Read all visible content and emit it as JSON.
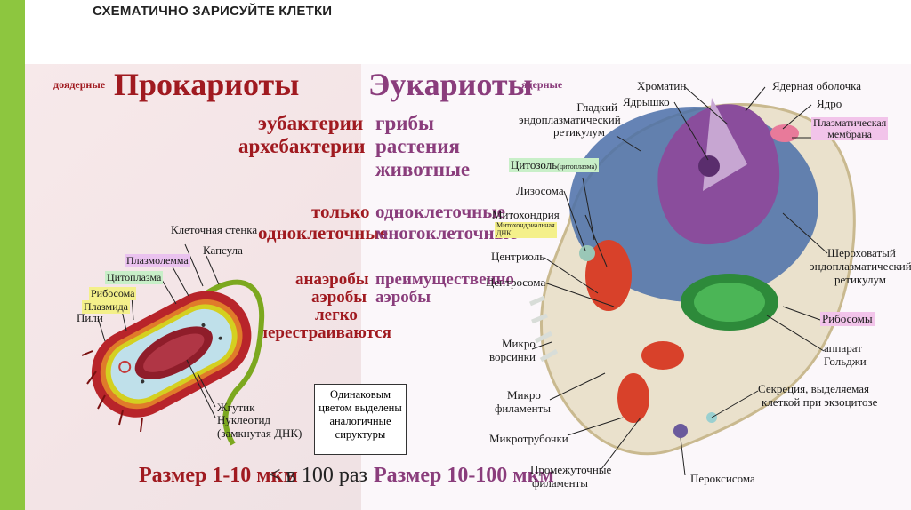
{
  "slide": {
    "title": "СХЕМАТИЧНО ЗАРИСУЙТЕ КЛЕТКИ"
  },
  "prokaryotes": {
    "prefix": "доядерные",
    "heading": "Прокариоты",
    "groups": [
      "эубактерии",
      "архебактерии"
    ],
    "unicellular": [
      "только",
      "одноклеточные"
    ],
    "metabolism": [
      "анаэробы",
      "аэробы",
      "легко",
      "перестраиваются"
    ],
    "size": "Размер 1-10 мкм",
    "labels": {
      "cell_wall": "Клеточная стенка",
      "capsule": "Капсула",
      "plasmalemma": "Плазмолемма",
      "cytoplasm": "Цитоплазма",
      "ribosome": "Рибосома",
      "plasmid": "Плазмида",
      "pili": "Пили",
      "flagellum": "Жгутик",
      "nucleotide": "Нуклеотид",
      "circular_dna": "(замкнутая ДНК)"
    }
  },
  "comparison": "< в 100 раз",
  "note": [
    "Одинаковым",
    "цветом выделены",
    "аналогичные",
    "сируктуры"
  ],
  "eukaryotes": {
    "heading": "Эукариоты",
    "suffix": "ядерные",
    "groups": [
      "грибы",
      "растения",
      "животные"
    ],
    "cellularity": [
      "одноклеточные",
      "многоклеточные"
    ],
    "metabolism": [
      "преимущественно",
      "аэробы"
    ],
    "size": "Размер 10-100 мкм",
    "labels": {
      "chromatin": "Хроматин",
      "nucleolus": "Ядрышко",
      "nuclear_envelope": "Ядерная оболочка",
      "nucleus": "Ядро",
      "plasma_membrane": [
        "Плазматическая",
        "мембрана"
      ],
      "smooth_er": [
        "Гладкий",
        "эндоплазматический",
        "ретикулум"
      ],
      "cytosol": "Цитозоль",
      "cytosol_note": "(цитоплазма)",
      "lysosome": "Лизосома",
      "mitochondria": "Митохондрия",
      "mito_dna": [
        "Митохондриальная",
        "ДНК"
      ],
      "centriole": "Центриоль",
      "centrosome": "Центросома",
      "rough_er": [
        "Шероховатый",
        "эндоплазматический",
        "ретикулум"
      ],
      "ribosomes": "Рибосомы",
      "microvilli": [
        "Микро",
        "ворсинки"
      ],
      "golgi": [
        "аппарат",
        "Гольджи"
      ],
      "microfilaments": [
        "Микро",
        "филаменты"
      ],
      "secretion": [
        "Секреция, выделяемая",
        "клеткой при экзоцитозе"
      ],
      "microtubules": "Микротрубочки",
      "intermediate_filaments": [
        "Промежуточные",
        "филаменты"
      ],
      "peroxisome": "Пероксисома"
    }
  }
}
